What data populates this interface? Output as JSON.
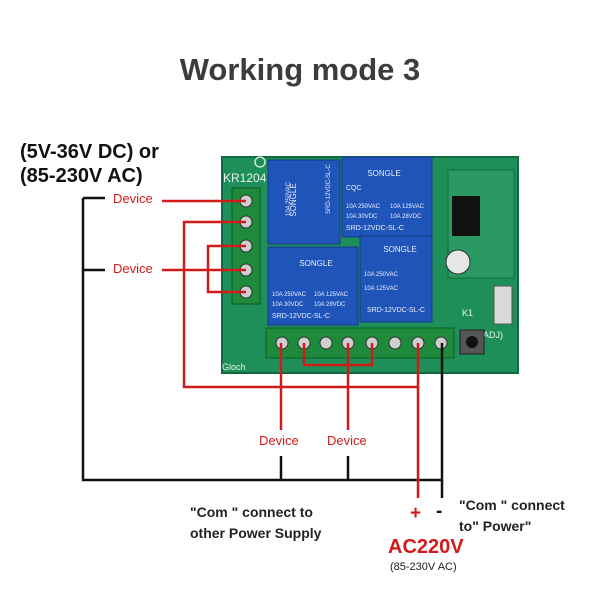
{
  "title": "Working mode 3",
  "supply": {
    "line1": "(5V-36V DC) or",
    "line2": "(85-230V AC)"
  },
  "devices": [
    "Device",
    "Device",
    "Device",
    "Device"
  ],
  "notes": {
    "com_other_line1": "\"Com \" connect to",
    "com_other_line2": "other Power Supply",
    "com_power_line1": "\"Com \" connect",
    "com_power_line2": "to\" Power\""
  },
  "power": {
    "plus": "+",
    "minus": "-",
    "label": "AC220V",
    "range": "(85-230V AC)"
  },
  "board": {
    "model": "KR1204",
    "relay_brand": "SONGLE",
    "relay_model": "SRD-12VDC-SL-C",
    "relay_rating_1": "10A 250VAC",
    "relay_rating_2": "10A 125VAC",
    "relay_rating_3": "10A 30VDC",
    "relay_rating_4": "10A 28VDC",
    "relay_marks": "CQC",
    "k1": "K1",
    "adj": "(ADJ)",
    "plus_mark": "+",
    "silk_bottom": "Gloch"
  },
  "colors": {
    "wire_red": "#d11b1b",
    "wire_black": "#111111",
    "pcb": "#1f8f5a",
    "relay": "#1f55b8",
    "terminal": "#1e8a3c"
  }
}
